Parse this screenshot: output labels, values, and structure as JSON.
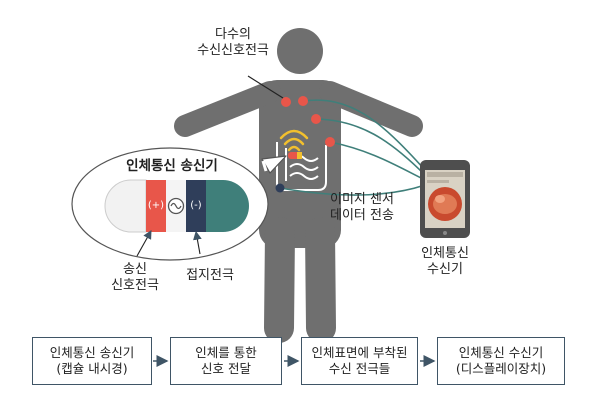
{
  "labels": {
    "electrodes": [
      "다수의",
      "수신신호전극"
    ],
    "capsule_title": "인체통신 송신기",
    "plus": "(+)",
    "minus": "(-)",
    "signal_electrode": [
      "송신",
      "신호전극"
    ],
    "ground_electrode": "접지전극",
    "transfer": [
      "이미지 센서",
      "데이터 전송"
    ],
    "receiver": [
      "인체통신",
      "수신기"
    ]
  },
  "flow": [
    {
      "lines": [
        "인체통신 송신기",
        "(캡슐 내시경)"
      ]
    },
    {
      "lines": [
        "인체를 통한",
        "신호 전달"
      ]
    },
    {
      "lines": [
        "인체표면에 부착된",
        "수신 전극들"
      ]
    },
    {
      "lines": [
        "인체통신 수신기",
        "(디스플레이장치)"
      ]
    }
  ],
  "colors": {
    "body": "#6f6f6f",
    "electrode": "#e8564a",
    "wire": "#3f7f7a",
    "capsule_red": "#e8564a",
    "capsule_navy": "#2f3e5a",
    "capsule_teal": "#3f7f7a",
    "box_border": "#3f5566",
    "arrow": "#3f5566"
  }
}
